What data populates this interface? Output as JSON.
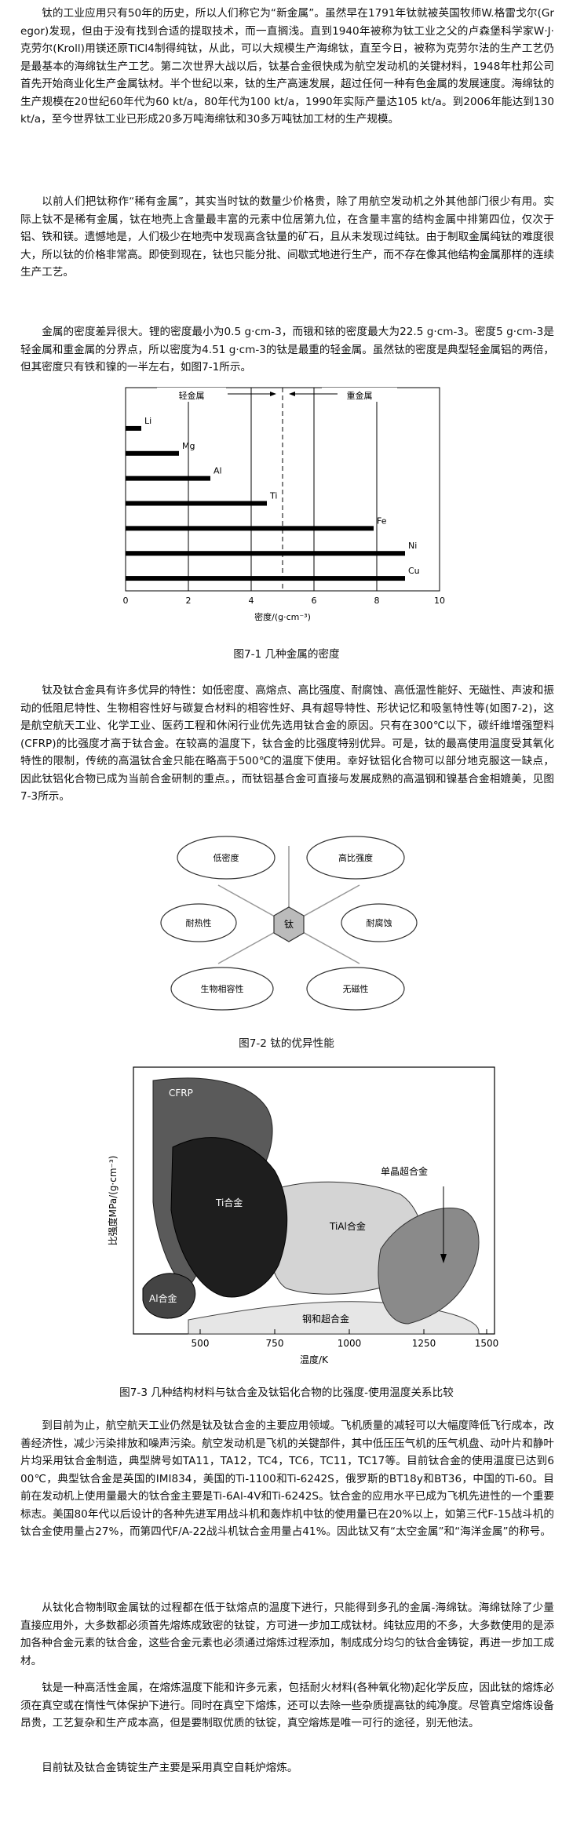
{
  "paragraphs": [
    "钛的工业应用只有50年的历史，所以人们称它为“新金属”。虽然早在1791年钛就被英国牧师W.格雷戈尔(Gregor)发现，但由于没有找到合适的提取技术，而一直搁浅。直到1940年被称为钛工业之父的卢森堡科学家W·J·克劳尔(Kroll)用镁还原TiCl4制得纯钛，从此，可以大规模生产海绵钛，直至今日，被称为克劳尔法的生产工艺仍是最基本的海绵钛生产工艺。第二次世界大战以后，钛基合金很快成为航空发动机的关键材料，1948年杜邦公司首先开始商业化生产金属钛材。半个世纪以来，钛的生产高速发展，超过任何一种有色金属的发展速度。海绵钛的生产规模在20世纪60年代为60 kt/a，80年代为100 kt/a，1990年实际产量达105 kt/a。到2006年能达到130 kt/a，至今世界钛工业已形成20多万吨海绵钛和30多万吨钛加工材的生产规模。",
    "以前人们把钛称作“稀有金属”，其实当时钛的数量少价格贵，除了用航空发动机之外其他部门很少有用。实际上钛不是稀有金属，钛在地壳上含量最丰富的元素中位居第九位，在含量丰富的结构金属中排第四位，仅次于铝、铁和镁。遗憾地是，人们极少在地壳中发现高含钛量的矿石，且从未发现过纯钛。由于制取金属纯钛的难度很大，所以钛的价格非常高。即使到现在，钛也只能分批、间歇式地进行生产，而不存在像其他结构金属那样的连续生产工艺。",
    "金属的密度差异很大。锂的密度最小为0.5 g·cm-3，而锇和铱的密度最大为22.5 g·cm-3。密度5 g·cm-3是轻金属和重金属的分界点，所以密度为4.51 g·cm-3的钛是最重的轻金属。虽然钛的密度是典型轻金属铝的两倍，但其密度只有铁和镍的一半左右，如图7-1所示。",
    "钛及钛合金具有许多优异的特性：如低密度、高熔点、高比强度、耐腐蚀、高低温性能好、无磁性、声波和振动的低阻尼特性、生物相容性好与碳复合材料的相容性好、具有超导特性、形状记忆和吸氢特性等(如图7-2)，这是航空航天工业、化学工业、医药工程和休闲行业优先选用钛合金的原因。只有在300℃以下，碳纤维增强塑料(CFRP)的比强度才高于钛合金。在较高的温度下，钛合金的比强度特别优异。可是，钛的最高使用温度受其氧化特性的限制，传统的高温钛合金只能在略高于500℃的温度下使用。幸好钛铝化合物可以部分地克服这一缺点，因此钛铝化合物已成为当前合金研制的重点。，而钛铝基合金可直接与发展成熟的高温钢和镍基合金相媲美，见图7-3所示。",
    "到目前为止，航空航天工业仍然是钛及钛合金的主要应用领域。飞机质量的减轻可以大幅度降低飞行成本，改善经济性，减少污染排放和噪声污染。航空发动机是飞机的关键部件，其中低压压气机的压气机盘、动叶片和静叶片均采用钛合金制造，典型牌号如TA11，TA12，TC4，TC6，TC11，TC17等。目前钛合金的使用温度已达到600℃，典型钛合金是英国的IMI834，美国的Ti-1100和Ti-6242S，俄罗斯的BT18y和BT36，中国的Ti-60。目前在发动机上使用量最大的钛合金主要是Ti-6Al-4V和Ti-6242S。钛合金的应用水平已成为飞机先进性的一个重要标志。美国80年代以后设计的各种先进军用战斗机和轰炸机中钛的使用量已在20%以上，如第三代F-15战斗机的钛合金使用量占27%，而第四代F/A-22战斗机钛合金用量占41%。因此钛又有“太空金属”和“海洋金属”的称号。",
    "从钛化合物制取金属钛的过程都在低于钛熔点的温度下进行，只能得到多孔的金属-海绵钛。海绵钛除了少量直接应用外，大多数都必须首先熔炼成致密的钛锭，方可进一步加工成钛材。纯钛应用的不多，大多数使用的是添加各种合金元素的钛合金，这些合金元素也必须通过熔炼过程添加，制成成分均匀的钛合金铸锭，再进一步加工成材。",
    "钛是一种高活性金属，在熔炼温度下能和许多元素，包括耐火材料(各种氧化物)起化学反应，因此钛的熔炼必须在真空或在惰性气体保护下进行。同时在真空下熔炼，还可以去除一些杂质提高钛的纯净度。尽管真空熔炼设备昂贵，工艺复杂和生产成本高，但是要制取优质的钛锭，真空熔炼是唯一可行的途径，别无他法。",
    "目前钛及钛合金铸锭生产主要是采用真空自耗炉熔炼。"
  ],
  "figure1": {
    "caption": "图7-1 几种金属的密度",
    "light_label": "轻金属",
    "heavy_label": "重金属",
    "xlabel": "密度/(g·cm⁻³)",
    "ticks": [
      "0",
      "2",
      "4",
      "6",
      "8",
      "10"
    ]
  },
  "figure2": {
    "caption": "图7-2 钛的优异性能",
    "center": "钛",
    "properties": [
      "低密度",
      "高比强度",
      "耐热性",
      "耐腐蚀",
      "生物相容性",
      "无磁性"
    ]
  },
  "figure3": {
    "caption": "图7-3 几种结构材料与钛合金及钛铝化合物的比强度-使用温度关系比较",
    "ylabel": "比强度MPa/(g·cm⁻³)",
    "xlabel": "温度/K",
    "regions": [
      "CFRP",
      "Ti合金",
      "TiAl合金",
      "单晶超合金",
      "Al合金",
      "钢和超合金"
    ],
    "ticks": [
      "500",
      "750",
      "1000",
      "1250",
      "1500"
    ]
  },
  "chart_data": [
    {
      "type": "bar",
      "title": "图7-1 几种金属的密度",
      "orientation": "horizontal",
      "categories": [
        "Li",
        "Mg",
        "Al",
        "Ti",
        "Fe",
        "Ni",
        "Cu"
      ],
      "values": [
        0.5,
        1.7,
        2.7,
        4.5,
        7.9,
        8.9,
        8.9
      ],
      "xlabel": "密度/(g·cm⁻³)",
      "xlim": [
        0,
        10
      ],
      "x_ticks": [
        0,
        2,
        4,
        6,
        8,
        10
      ],
      "annotations": [
        "轻金属",
        "重金属"
      ],
      "divider": 5
    }
  ],
  "colors": {
    "bar": "#000000",
    "grid": "#000000",
    "tial": "#c8c8c8",
    "superalloy": "#888888",
    "ti": "#222222",
    "cfrp": "#555555"
  }
}
